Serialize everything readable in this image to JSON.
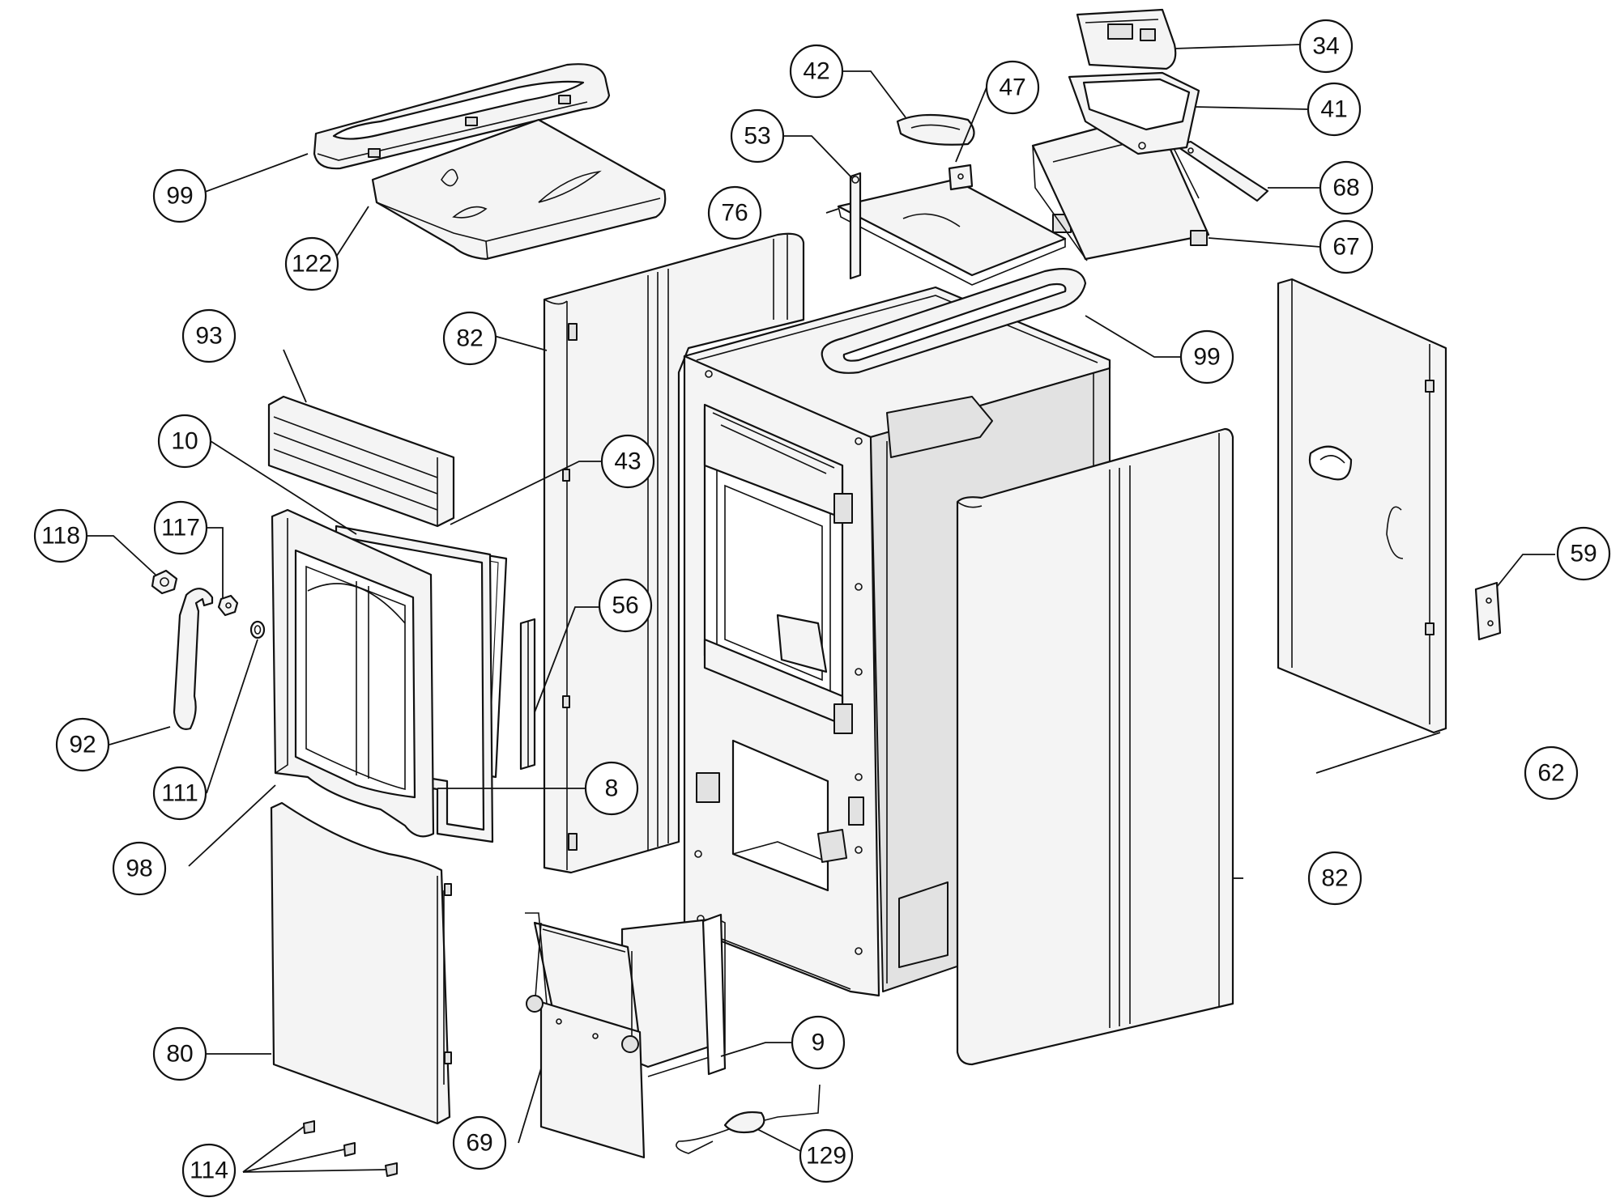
{
  "colors": {
    "line": "#111111",
    "fill": "#f4f4f4",
    "background": "#ffffff"
  },
  "callouts": [
    {
      "id": "c34",
      "label": "34"
    },
    {
      "id": "c42",
      "label": "42"
    },
    {
      "id": "c47",
      "label": "47"
    },
    {
      "id": "c41",
      "label": "41"
    },
    {
      "id": "c53",
      "label": "53"
    },
    {
      "id": "c68",
      "label": "68"
    },
    {
      "id": "c76",
      "label": "76"
    },
    {
      "id": "c67",
      "label": "67"
    },
    {
      "id": "c99a",
      "label": "99"
    },
    {
      "id": "c122",
      "label": "122"
    },
    {
      "id": "c82a",
      "label": "82"
    },
    {
      "id": "c99b",
      "label": "99"
    },
    {
      "id": "c93",
      "label": "93"
    },
    {
      "id": "c10",
      "label": "10"
    },
    {
      "id": "c43",
      "label": "43"
    },
    {
      "id": "c118",
      "label": "118"
    },
    {
      "id": "c117",
      "label": "117"
    },
    {
      "id": "c56",
      "label": "56"
    },
    {
      "id": "c59",
      "label": "59"
    },
    {
      "id": "c92",
      "label": "92"
    },
    {
      "id": "c111",
      "label": "111"
    },
    {
      "id": "c8",
      "label": "8"
    },
    {
      "id": "c62",
      "label": "62"
    },
    {
      "id": "c98",
      "label": "98"
    },
    {
      "id": "c82b",
      "label": "82"
    },
    {
      "id": "c80",
      "label": "80"
    },
    {
      "id": "c9",
      "label": "9"
    },
    {
      "id": "c69",
      "label": "69"
    },
    {
      "id": "c114",
      "label": "114"
    },
    {
      "id": "c129",
      "label": "129"
    }
  ]
}
